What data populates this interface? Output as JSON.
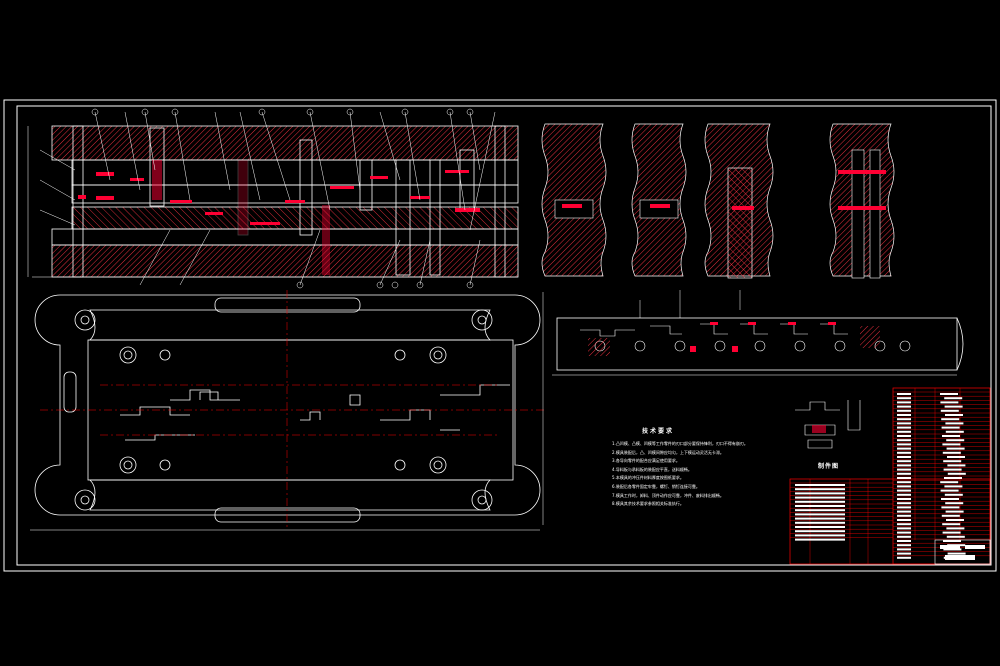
{
  "colors": {
    "background": "#000000",
    "line": "#ffffff",
    "red": "#ff0033",
    "hatch": "#ff3344",
    "table": "#ff0000",
    "center": "#ff0000"
  },
  "drawing": {
    "tech_notes_title": "技术要求",
    "tech_notes": [
      "1.凸凹模、凸模、凹模等工作零件的刃口部分要保持锋利，刃口不得有崩刃。",
      "2.模具装配后，凸、凹模间隙应均匀，上下模运动灵活无卡滞。",
      "3.各导向零件的配合应满足使用要求。",
      "4.导料板与承料板的装配应平直，送料顺畅。",
      "5.本模具的冲压件材料厚度按图纸要求。",
      "6.装配后各零件固定牢靠，螺钉、销钉连接可靠。",
      "7.模具工作时，卸料、顶件动作应可靠，冲件、废料排出顺畅。",
      "8.模具其余技术要求参照相关标准执行。"
    ],
    "part_label": "制件图"
  }
}
